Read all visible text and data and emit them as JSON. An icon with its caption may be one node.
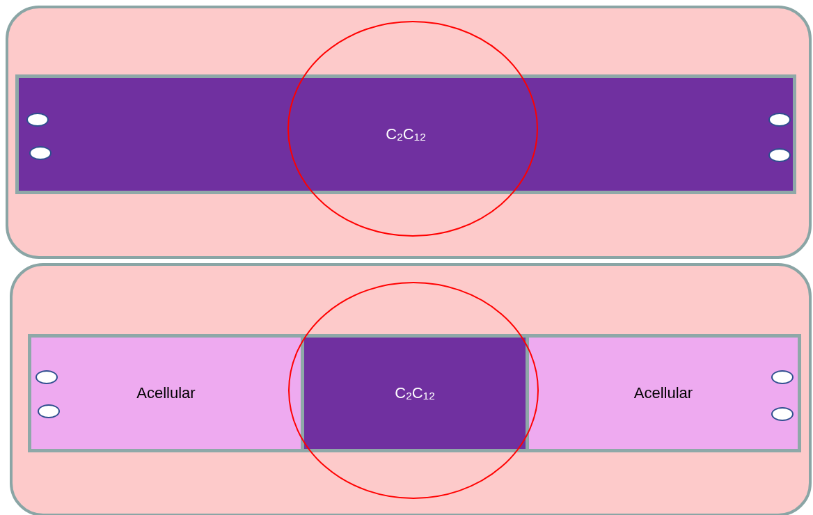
{
  "diagram": {
    "nodes": [
      {
        "text": [],
        "shape": "box"
      },
      {
        "text": [
          "C$_{2}$C$_{12}$"
        ],
        "in": 0
      },
      {
        "text": [],
        "shape": "box"
      },
      {
        "text": [
          "Acellular"
        ],
        "in": 2
      },
      {
        "text": [
          "C$_{2}$C$_{12}$"
        ],
        "in": 2
      },
      {
        "text": [
          "Acellular"
        ],
        "in": 2
      }
    ]
  }
}
